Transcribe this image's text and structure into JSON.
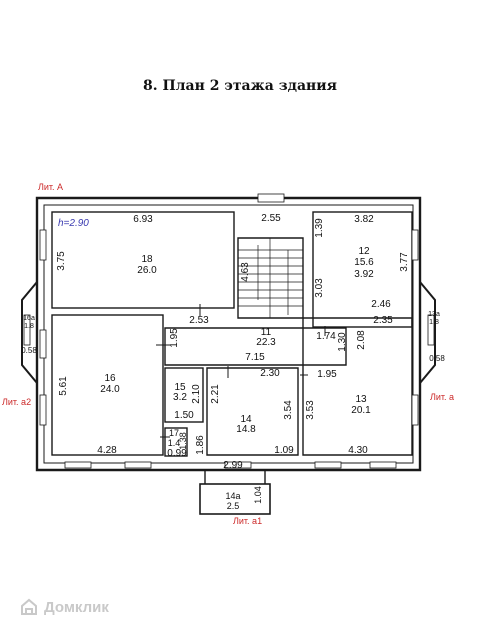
{
  "title": "8. План 2 этажа здания",
  "height_label": "h=2.90",
  "lit_labels": {
    "main": "Лит. А",
    "left": "Лит. а2",
    "right": "Лит. а",
    "bottom": "Лит. а1"
  },
  "rooms": {
    "r18": {
      "number": "18",
      "area": "26.0"
    },
    "r12": {
      "number": "12",
      "area": "15.6"
    },
    "r11": {
      "number": "11",
      "area": "22.3"
    },
    "r16": {
      "number": "16",
      "area": "24.0"
    },
    "r13": {
      "number": "13",
      "area": "20.1"
    },
    "r15": {
      "number": "15",
      "area": "3.2"
    },
    "r14": {
      "number": "14",
      "area": "14.8"
    },
    "r17": {
      "number": "17",
      "area": "1.4"
    },
    "r14a": {
      "number": "14а",
      "area": "2.5"
    },
    "r16a": {
      "number": "16а",
      "area": "1.8"
    },
    "r13a": {
      "number": "13а",
      "area": "1.8"
    }
  },
  "dims": {
    "d693": "6.93",
    "d375": "3.75",
    "d255_top": "2.55",
    "d463": "4.63",
    "d382": "3.82",
    "d139": "1.39",
    "d377": "3.77",
    "d303": "3.03",
    "d392": "3.92",
    "d246": "2.46",
    "d253": "2.53",
    "d195a": "1.95",
    "d174": "1.74",
    "d130": "1.30",
    "d235": "2.35",
    "d208": "2.08",
    "d715": "7.15",
    "d230": "2.30",
    "d195b": "1.95",
    "d561": "5.61",
    "d058l": "0.58",
    "d058r": "0.58",
    "d428": "4.28",
    "d210": "2.10",
    "d221": "2.21",
    "d354": "3.54",
    "d353": "3.53",
    "d150": "1.50",
    "d138": "1.38",
    "d186": "1.86",
    "d109": "1.09",
    "d099": "0.99",
    "d299": "2.99",
    "d430": "4.30",
    "d104": "1.04"
  },
  "watermark": "Домклик",
  "colors": {
    "walls": "#1a1a1a",
    "lit_label": "#cc2a2a",
    "height_label": "#3a3ab0",
    "watermark": "#c9c9c9"
  }
}
